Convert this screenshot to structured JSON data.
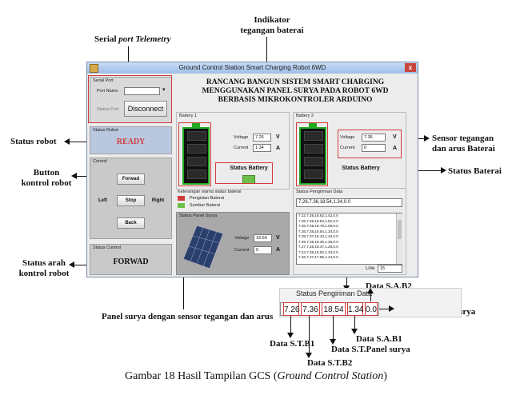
{
  "annotations": {
    "indikator": [
      "Indikator",
      "tegangan baterai"
    ],
    "serial_port_telemetry": [
      "Serial ",
      "port Telemetry"
    ],
    "status_robot": "Status robot",
    "button_kontrol": [
      "Button",
      "kontrol robot"
    ],
    "status_arah": [
      "Status arah",
      "kontrol robot"
    ],
    "sensor_tegangan": [
      "Sensor tegangan",
      "dan arus Baterai"
    ],
    "status_baterai": "Status Baterai",
    "panel_surya": "Panel surya dengan sensor tegangan dan arus",
    "ds_ab2": "Data S.A.B2",
    "ds_apanel": "Data S.A.Panel surya",
    "ds_ab1": "Data S.A.B1",
    "ds_tpanel": "Data S.T.Panel surya",
    "ds_tb1": "Data S.T.B1",
    "ds_tb2": "Data S.T.B2"
  },
  "window": {
    "title": "Ground Control Station Smart Charging Robot 6WD",
    "close": "x",
    "heading": [
      "RANCANG BANGUN SISTEM SMART CHARGING",
      "MENGGUNAKAN PANEL SURYA PADA ROBOT 6WD",
      "BERBASIS MIKROKONTROLER ARDUINO"
    ]
  },
  "serial_port": {
    "caption": "Serial Port",
    "port_name_label": "Port Name",
    "port_value": "",
    "status_label": "Status Port",
    "disconnect_label": "Disconnect"
  },
  "status_robot": {
    "caption": "Status Robot",
    "value": "READY"
  },
  "control": {
    "caption": "Control",
    "forward": "Forwad",
    "left": "Left",
    "stop": "Stop",
    "right": "Right",
    "back": "Back"
  },
  "status_control": {
    "caption": "Status Control",
    "value": "FORWAD"
  },
  "battery1": {
    "caption": "Battery 1",
    "voltage_label": "Voltage",
    "voltage": "7.26",
    "current_label": "Current",
    "current": "1.34",
    "v_unit": "V",
    "a_unit": "A",
    "status": "Status Battery"
  },
  "battery2": {
    "caption": "Battery 2",
    "voltage_label": "Voltage",
    "voltage": "7.36",
    "current_label": "Current",
    "current": "0",
    "v_unit": "V",
    "a_unit": "A",
    "status": "Status Battery"
  },
  "legend": {
    "caption": "Keterangan warna status baterai",
    "items": [
      {
        "label": "Pengisian Baterai",
        "color": "#d23b3b"
      },
      {
        "label": "Sumber Baterai",
        "color": "#6bbf4a"
      }
    ]
  },
  "panel": {
    "caption": "Status Panel Surya",
    "voltage_label": "Voltage",
    "voltage": "18.54",
    "current_label": "Current",
    "current": "0",
    "v_unit": "V",
    "a_unit": "A"
  },
  "pengiriman": {
    "caption": "Status Pengiriman Data",
    "current": "7.26,7.36,18.54,1.34,0.0",
    "log": [
      "7.22,7.36,18.62,1.42,0.0",
      "7.25,7.36,18.84,1.51,0.0",
      "7.28,7.36,18.75,1.09,0.0",
      "7.26,7.36,18.54,1.34,0.0",
      "7.28,7.37,18.43,1.40,0.0",
      "7.28,7.36,18.35,1.35,0.0",
      "7.27,7.36,18.47,1.26,0.0",
      "7.24,7.36,18.52,1.34,0.0",
      "7.26,7.37,17.96,1.44,0.0"
    ],
    "line_label": "Line",
    "line_value": "15"
  },
  "zoom": {
    "caption": "Status Pengiriman Data",
    "cells": [
      "7.26",
      "7.36",
      "18.54",
      "1.34",
      "0.0"
    ]
  },
  "figure_caption": {
    "prefix": "Gambar 18 Hasil Tampilan GCS (",
    "italic": "Ground Control Station",
    "suffix": ")"
  },
  "colors": {
    "battery_green": "#2aa52a",
    "status_green": "#6bbf4a",
    "annotation_red": "#d23b3b",
    "title_blue": "#9fbfe8"
  }
}
